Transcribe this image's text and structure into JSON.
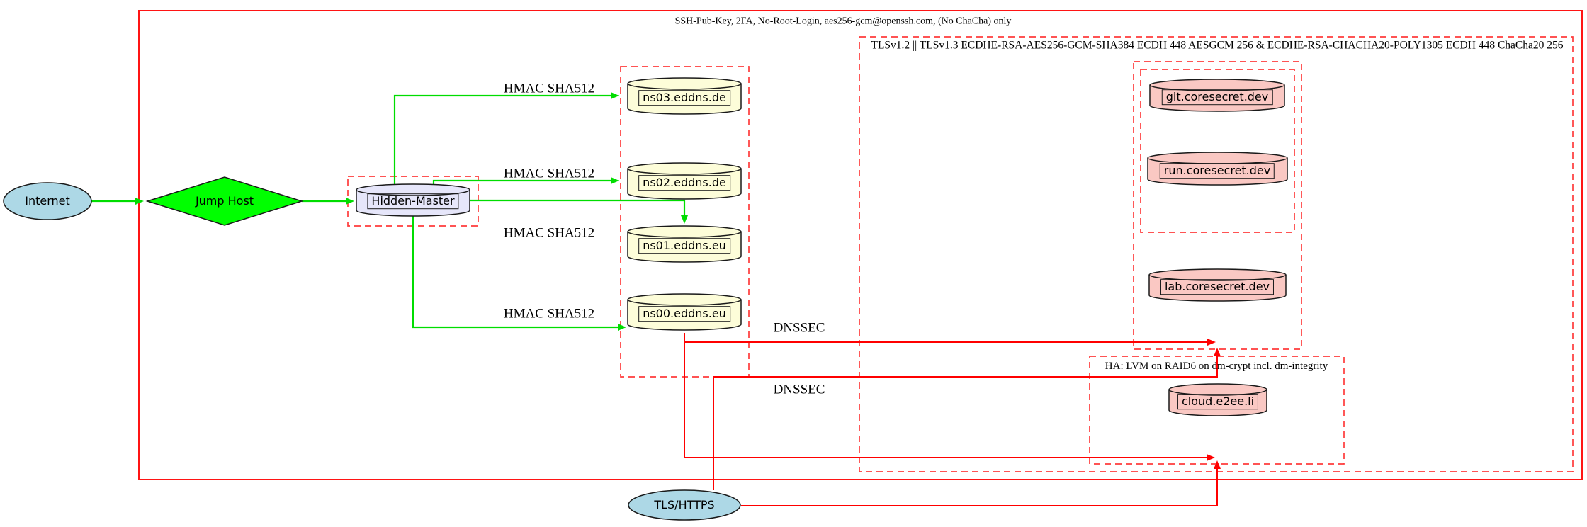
{
  "clusters": {
    "ssh_boundary": {
      "label": "SSH-Pub-Key, 2FA, No-Root-Login, aes256-gcm@openssh.com, (No ChaCha) only"
    },
    "tls": {
      "label": "TLSv1.2 || TLSv1.3 ECDHE-RSA-AES256-GCM-SHA384 ECDH 448 AESGCM 256 & ECDHE-RSA-CHACHA20-POLY1305 ECDH 448 ChaCha20 256"
    },
    "ha": {
      "label": "HA: LVM on RAID6 on dm-crypt incl. dm-integrity"
    }
  },
  "nodes": {
    "internet": {
      "label": "Internet",
      "shape": "ellipse",
      "fill": "#add8e6"
    },
    "jump_host": {
      "label": "Jump Host",
      "shape": "diamond",
      "fill": "#00ff00"
    },
    "hidden_master": {
      "label": "Hidden-Master",
      "shape": "cylinder",
      "fill": "#e6e6fa"
    },
    "ns03": {
      "label": "ns03.eddns.de",
      "shape": "cylinder",
      "fill": "#fdfdd9"
    },
    "ns02": {
      "label": "ns02.eddns.de",
      "shape": "cylinder",
      "fill": "#fdfdd9"
    },
    "ns01": {
      "label": "ns01.eddns.eu",
      "shape": "cylinder",
      "fill": "#fdfdd9"
    },
    "ns00": {
      "label": "ns00.eddns.eu",
      "shape": "cylinder",
      "fill": "#fdfdd9"
    },
    "git": {
      "label": "git.coresecret.dev",
      "shape": "cylinder",
      "fill": "#fac8c3"
    },
    "run": {
      "label": "run.coresecret.dev",
      "shape": "cylinder",
      "fill": "#fac8c3"
    },
    "lab": {
      "label": "lab.coresecret.dev",
      "shape": "cylinder",
      "fill": "#fac8c3"
    },
    "cloud": {
      "label": "cloud.e2ee.li",
      "shape": "cylinder",
      "fill": "#fac8c3"
    },
    "tls_https": {
      "label": "TLS/HTTPS",
      "shape": "ellipse",
      "fill": "#add8e6"
    }
  },
  "edge_labels": {
    "hmac": "HMAC SHA512",
    "dnssec": "DNSSEC"
  },
  "edges": [
    {
      "from": "Internet",
      "to": "Jump Host",
      "color": "green"
    },
    {
      "from": "Jump Host",
      "to": "Hidden-Master",
      "color": "green"
    },
    {
      "from": "Hidden-Master",
      "to": "ns03.eddns.de",
      "label": "HMAC SHA512",
      "color": "green"
    },
    {
      "from": "Hidden-Master",
      "to": "ns02.eddns.de",
      "label": "HMAC SHA512",
      "color": "green"
    },
    {
      "from": "Hidden-Master",
      "to": "ns01.eddns.eu",
      "label": "HMAC SHA512",
      "color": "green"
    },
    {
      "from": "Hidden-Master",
      "to": "ns00.eddns.eu",
      "label": "HMAC SHA512",
      "color": "green"
    },
    {
      "from": "ns00.eddns.eu",
      "to": "services-cluster",
      "label": "DNSSEC",
      "color": "red"
    },
    {
      "from": "ns00.eddns.eu",
      "to": "ha-cluster",
      "color": "red"
    },
    {
      "from": "TLS/HTTPS",
      "to": "services-cluster",
      "label": "DNSSEC",
      "color": "red"
    },
    {
      "from": "TLS/HTTPS",
      "to": "ha-cluster",
      "color": "red"
    }
  ],
  "colors": {
    "edge_green": "#00dd00",
    "edge_red": "#ff0000",
    "cluster_dashed_red": "#ff3b3b",
    "outer_border_red": "#ff1414",
    "node_border": "#1a1a1a"
  }
}
